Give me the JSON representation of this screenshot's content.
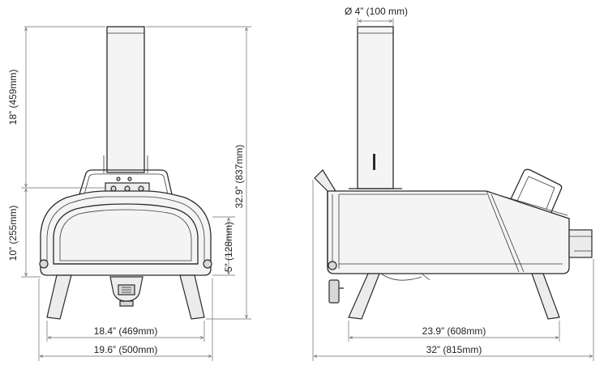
{
  "front_view": {
    "dims": {
      "chimney_height": "18” (459mm)",
      "body_height": "10” (255mm)",
      "total_height": "32.9” (837mm)",
      "opening_height": "5” (128mm)",
      "leg_span": "18.4” (469mm)",
      "total_width": "19.6” (500mm)"
    }
  },
  "side_view": {
    "dims": {
      "chimney_diameter": "Ø 4” (100 mm)",
      "leg_span": "23.9” (608mm)",
      "total_length": "32” (815mm)"
    }
  }
}
